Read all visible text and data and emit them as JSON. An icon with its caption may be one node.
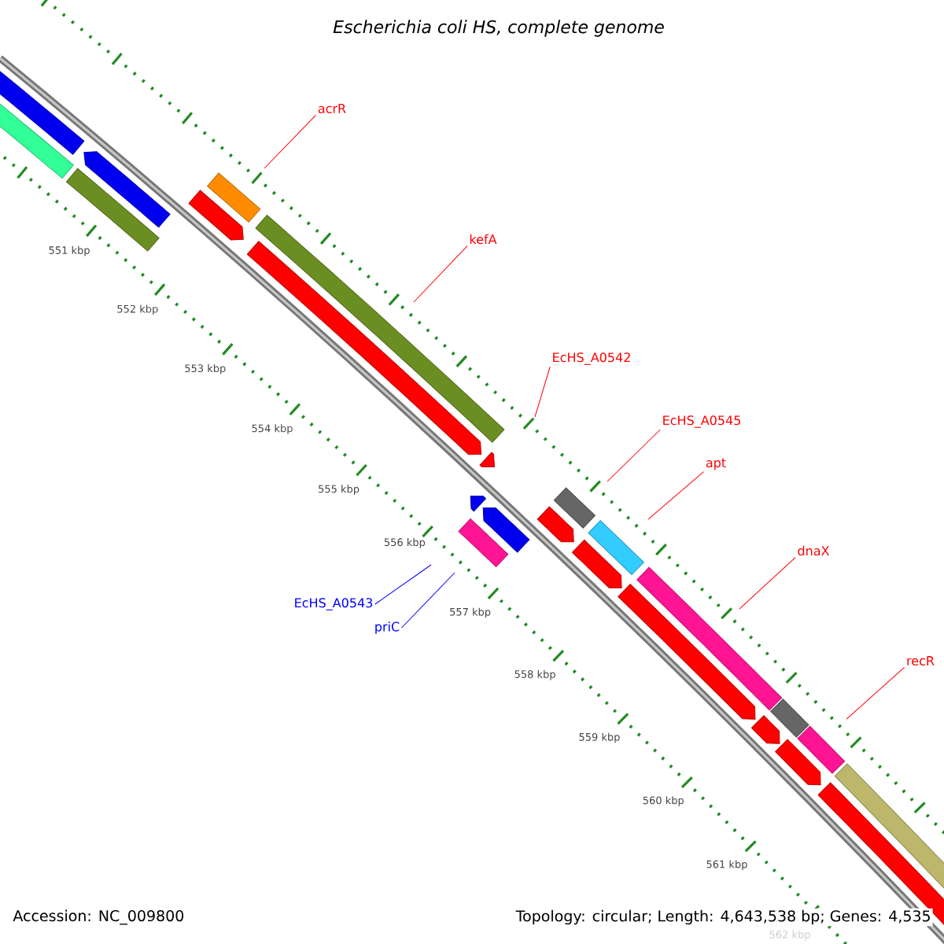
{
  "diagram": {
    "title": "Escherichia coli HS, complete genome",
    "nodes": [
      {
        "text": [
          "acrR"
        ]
      },
      {
        "text": [
          "kefA"
        ]
      },
      {
        "text": [
          "EcHS_A0542"
        ]
      },
      {
        "text": [
          "EcHS_A0545"
        ]
      },
      {
        "text": [
          "apt"
        ]
      },
      {
        "text": [
          "dnaX"
        ]
      },
      {
        "text": [
          "recR"
        ]
      },
      {
        "text": [
          "EcHS_A0543"
        ]
      },
      {
        "text": [
          "priC"
        ]
      }
    ],
    "edges": [
      {
        "from": 0,
        "to": null,
        "arrow": "none"
      },
      {
        "from": 1,
        "to": null,
        "arrow": "none"
      },
      {
        "from": 2,
        "to": null,
        "arrow": "none"
      },
      {
        "from": 3,
        "to": null,
        "arrow": "none"
      },
      {
        "from": 4,
        "to": null,
        "arrow": "none"
      },
      {
        "from": 5,
        "to": null,
        "arrow": "none"
      },
      {
        "from": 6,
        "to": null,
        "arrow": "none"
      },
      {
        "from": 7,
        "to": null,
        "arrow": "none",
        "color": "#0000ff"
      },
      {
        "from": 8,
        "to": null,
        "arrow": "none",
        "color": "#0000ff"
      }
    ],
    "labels": [
      "551 kbp",
      "552 kbp",
      "553 kbp",
      "554 kbp",
      "555 kbp",
      "556 kbp",
      "557 kbp",
      "558 kbp",
      "559 kbp",
      "560 kbp",
      "561 kbp",
      "562 kbp",
      "Accession: NC_009800",
      "Topology: circular; Length: 4,643,538 bp; Genes: 4,535"
    ]
  }
}
